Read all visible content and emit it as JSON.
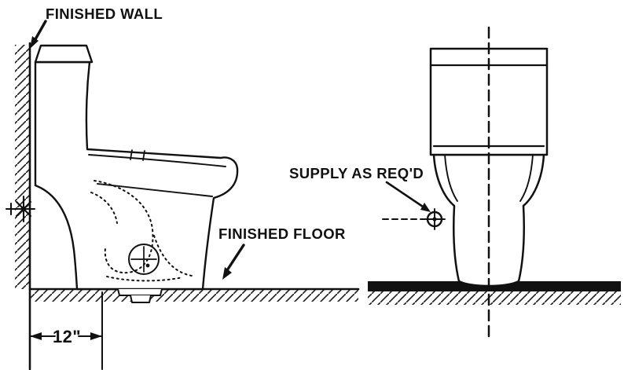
{
  "labels": {
    "finished_wall": "FINISHED WALL",
    "finished_floor": "FINISHED FLOOR",
    "supply_as_reqd": "SUPPLY AS REQ'D",
    "rough_in_dimension": "12\""
  },
  "colors": {
    "ink": "#111111",
    "background": "#ffffff"
  }
}
